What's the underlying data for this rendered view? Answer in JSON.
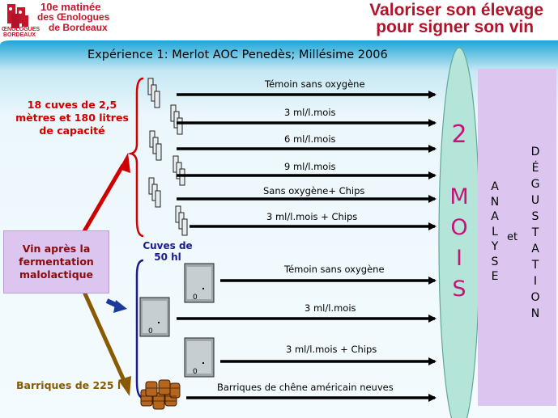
{
  "header": {
    "logo_line1": "10e matinée",
    "logo_line2": "des Œnologues",
    "logo_line3": "de Bordeaux",
    "logo_small": "ŒNOLOGUES BORDEAUX",
    "title_line1": "Valoriser son élevage",
    "title_line2": "pour signer son vin"
  },
  "diagram": {
    "title": "Expérience 1: Merlot AOC Penedès; Millésime 2006",
    "source_box": "Vin après la fermentation malolactique",
    "group_small_tanks_label": "18 cuves de 2,5 mètres et 180 litres de capacité",
    "group_large_tanks_label": "Cuves de 50 hl",
    "group_barrels_label": "Barriques de 225 l",
    "treatments": [
      "Témoin sans oxygène",
      "3 ml/l.mois",
      "6 ml/l.mois",
      "9 ml/l.mois",
      "Sans oxygène+ Chips",
      "3 ml/l.mois + Chips",
      "Témoin sans oxygène",
      "3 ml/l.mois",
      "3 ml/l.mois + Chips",
      "Barriques de chêne américain neuves"
    ],
    "duration_number": "2",
    "duration_unit_letters": [
      "M",
      "O",
      "I",
      "S"
    ],
    "analysis_letters": [
      "A",
      "N",
      "A",
      "L",
      "Y",
      "S",
      "E"
    ],
    "connector": "et",
    "tasting_letters": [
      "D",
      "É",
      "G",
      "U",
      "S",
      "T",
      "A",
      "T",
      "I",
      "O",
      "N"
    ]
  },
  "colors": {
    "panel_top": "#1fa6d6",
    "panel_bottom": "#e9f6fb",
    "ellipse": "#b5e5d8",
    "purple_box": "#dcc5ee",
    "red": "#d00000",
    "brown": "#8a5a00",
    "navy": "#1a1a8c"
  }
}
